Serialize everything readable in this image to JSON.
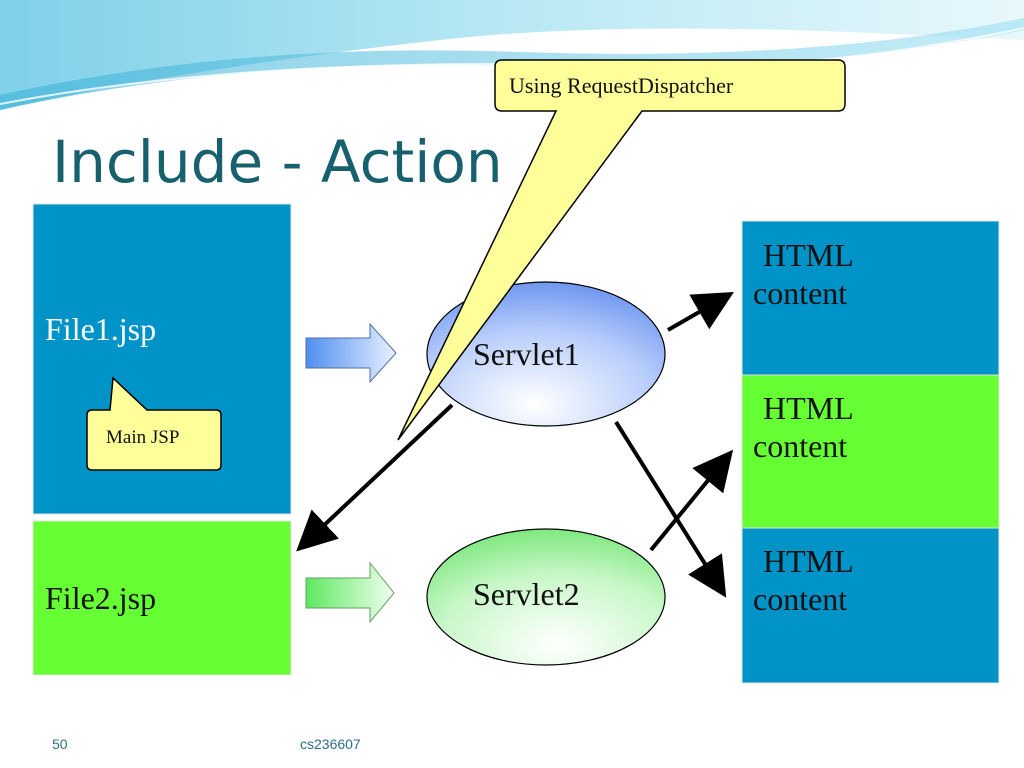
{
  "slide": {
    "title": "Include - Action",
    "page_number": "50",
    "course_code": "cs236607"
  },
  "files": {
    "file1": "File1.jsp",
    "file2": "File2.jsp"
  },
  "callouts": {
    "main_jsp": "Main JSP",
    "dispatcher": "Using RequestDispatcher"
  },
  "servlets": {
    "servlet1": "Servlet1",
    "servlet2": "Servlet2"
  },
  "html_blocks": [
    {
      "line1": "HTML",
      "line2": "content"
    },
    {
      "line1": "HTML",
      "line2": "content"
    },
    {
      "line1": "HTML",
      "line2": "content"
    }
  ],
  "colors": {
    "title": "#17606e",
    "blue_box": "#0093c8",
    "green_box": "#66ff33",
    "callout_fill": "#ffff99",
    "servlet1_fill": "#6f97f0",
    "servlet2_fill": "#8ff08f"
  }
}
